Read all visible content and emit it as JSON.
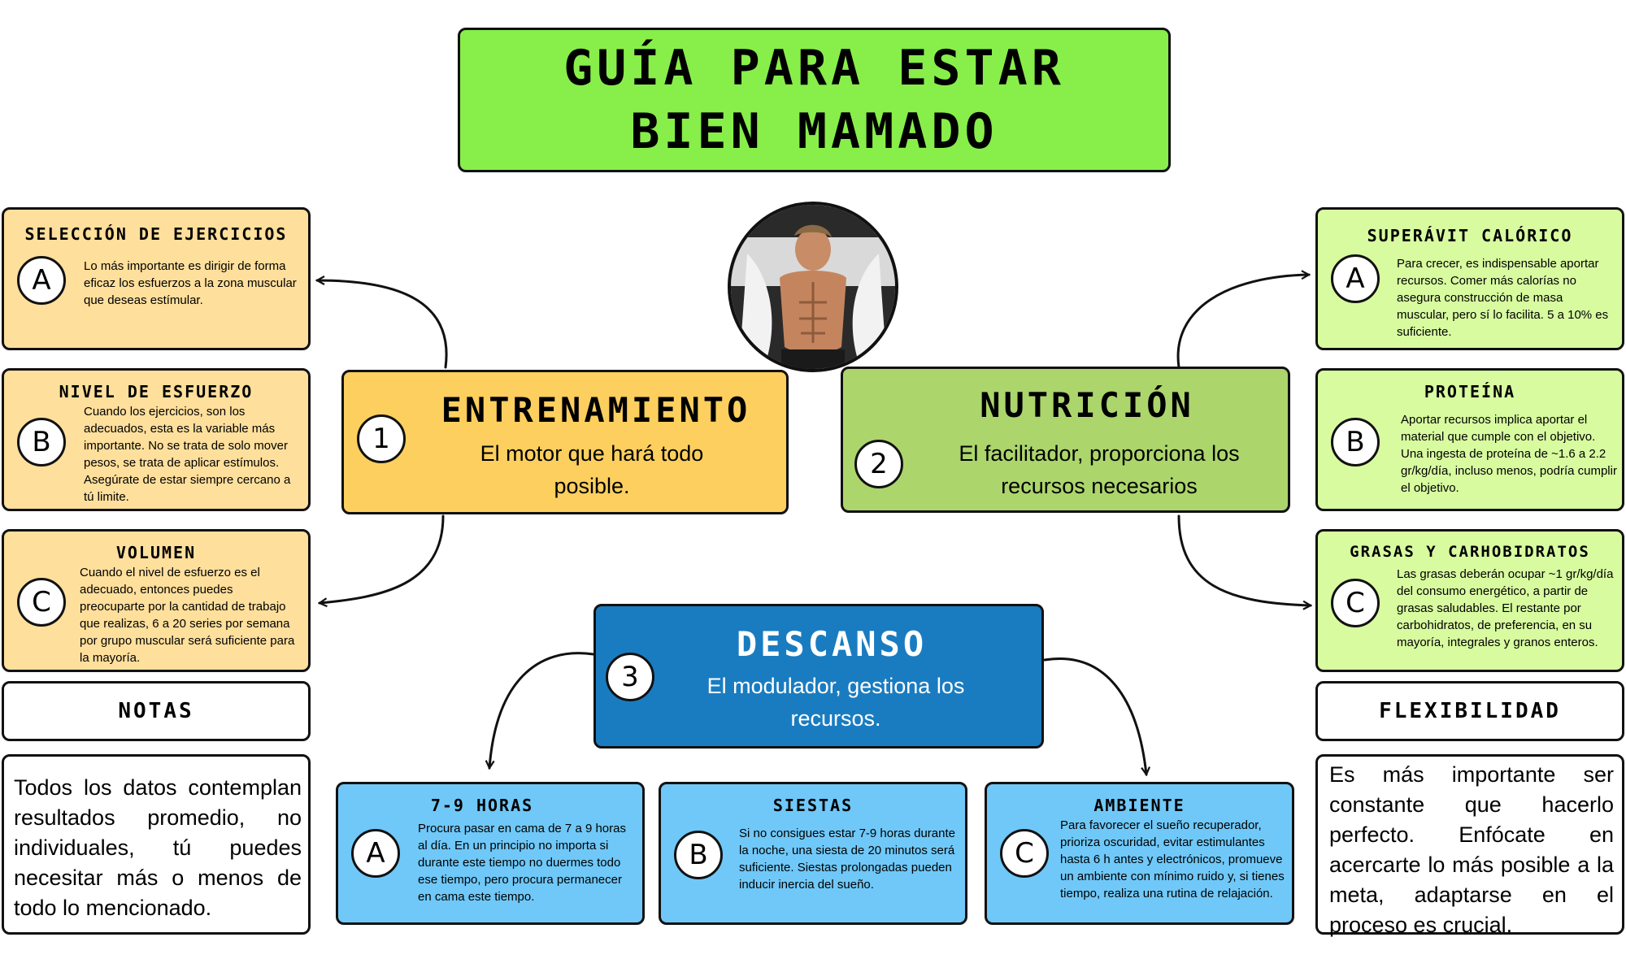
{
  "title": {
    "line1": "GUÍA PARA ESTAR",
    "line2": "BIEN MAMADO"
  },
  "pillars": {
    "entrenamiento": {
      "number": "1",
      "title": "ENTRENAMIENTO",
      "subtitle": "El motor que hará todo posible."
    },
    "nutricion": {
      "number": "2",
      "title": "NUTRICIÓN",
      "subtitle": "El facilitador, proporciona los recursos necesarios"
    },
    "descanso": {
      "number": "3",
      "title": "DESCANSO",
      "subtitle": "El modulador, gestiona los recursos."
    }
  },
  "training_cards": [
    {
      "letter": "A",
      "title": "SELECCIÓN DE EJERCICIOS",
      "text": "Lo más importante es dirigir de forma eficaz los esfuerzos a la zona muscular que deseas estímular."
    },
    {
      "letter": "B",
      "title": "NIVEL DE ESFUERZO",
      "text": "Cuando los ejercicios, son los adecuados, esta es la variable más importante. No se trata de solo mover pesos, se trata de aplicar estímulos. Asegúrate de estar siempre cercano a tú limite."
    },
    {
      "letter": "C",
      "title": "VOLUMEN",
      "text": "Cuando el nivel de esfuerzo es el adecuado, entonces puedes preocuparte por la cantidad de trabajo que realizas, 6 a 20 series por semana por grupo muscular será suficiente para la mayoría."
    }
  ],
  "nutrition_cards": [
    {
      "letter": "A",
      "title": "SUPERÁVIT CALÓRICO",
      "text": "Para crecer, es indispensable aportar recursos. Comer más calorías no asegura construcción de masa muscular, pero sí lo facilita.  5 a 10% es suficiente."
    },
    {
      "letter": "B",
      "title": "PROTEÍNA",
      "text": "Aportar recursos implica aportar el material que cumple con el objetivo.  Una ingesta de proteína de ~1.6 a 2.2 gr/kg/día, incluso menos, podría cumplir el objetivo."
    },
    {
      "letter": "C",
      "title": "GRASAS Y CARHOBIDRATOS",
      "text": "Las grasas deberán ocupar ~1 gr/kg/día del consumo energético, a partir de grasas saludables. El restante por carbohidratos, de preferencia, en su mayoría, integrales y granos enteros."
    }
  ],
  "rest_cards": [
    {
      "letter": "A",
      "title": "7-9 HORAS",
      "text": "Procura pasar en cama de 7 a 9 horas al día. En un principio no importa si durante este tiempo no duermes todo ese tiempo, pero procura permanecer en cama este tiempo."
    },
    {
      "letter": "B",
      "title": "SIESTAS",
      "text": "Si no consigues estar 7-9 horas durante la noche, una siesta de 20 minutos será suficiente. Siestas prolongadas pueden inducir inercia del sueño."
    },
    {
      "letter": "C",
      "title": "AMBIENTE",
      "text": "Para favorecer el sueño recuperador, prioriza oscuridad, evitar estimulantes hasta 6 h antes y electrónicos, promueve un ambiente con mínimo ruido y, si tienes tiempo, realiza una   rutina de relajación."
    }
  ],
  "notes": {
    "label": "NOTAS",
    "text": "Todos los datos contemplan resultados promedio, no individuales, tú puedes necesitar más o menos de todo lo mencionado."
  },
  "flexibility": {
    "label": "FLEXIBILIDAD",
    "text": "Es más importante ser constante que hacerlo perfecto. Enfócate en acercarte lo más posible a la meta, adaptarse en el proceso es crucial."
  },
  "colors": {
    "title_green": "#88ee4a",
    "training_orange": "#fdcf5e",
    "training_card": "#fedf9c",
    "nutrition_green": "#acd56c",
    "nutrition_card": "#d8fba0",
    "rest_blue": "#1a7cc0",
    "rest_card": "#6fc8f8"
  },
  "icons": {
    "photo": "shirtless-athlete-photo",
    "arrows": "curved-arrow-icon"
  }
}
